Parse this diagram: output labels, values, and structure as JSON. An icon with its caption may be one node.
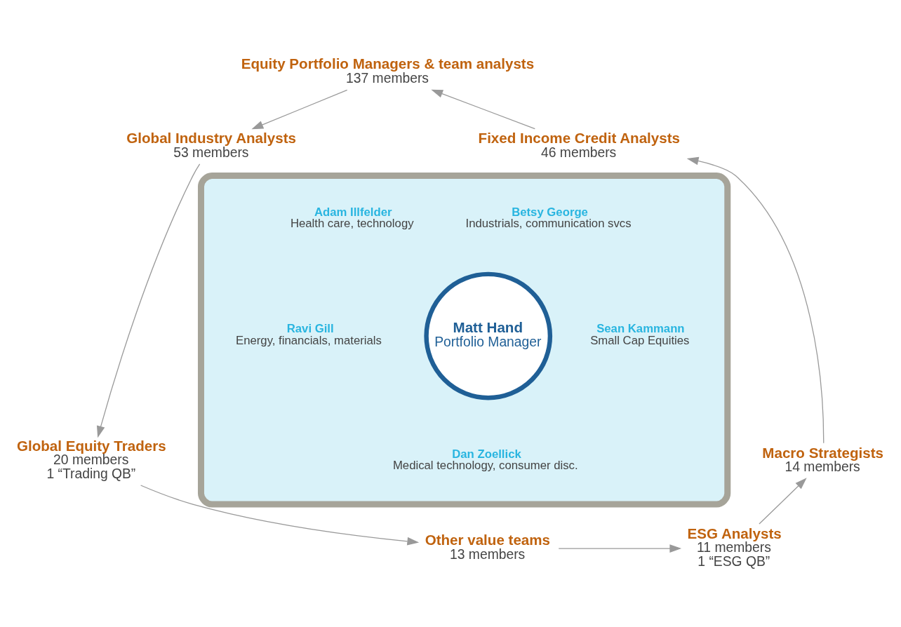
{
  "diagram": {
    "nodes": [
      {
        "text": [
          "Equity Portfolio Managers & team analysts",
          "137 members"
        ]
      },
      {
        "text": [
          "Fixed Income Credit Analysts",
          "46 members"
        ]
      },
      {
        "text": [
          "Global Industry Analysts",
          "53 members"
        ]
      },
      {
        "text": [],
        "shape": "ellipse"
      },
      {
        "text": [
          "Betsy George",
          "Industrials, communication svcs"
        ],
        "in": 3
      },
      {
        "text": [
          "Adam Illfelder",
          "Health care, technology"
        ],
        "in": 3
      },
      {
        "text": [
          "Matt Hand",
          "Portfolio Manager"
        ],
        "in": 3
      },
      {
        "text": [
          "Ravi Gill",
          "Energy, financials, materials"
        ],
        "in": 3
      },
      {
        "text": [
          "Sean Kammann",
          "Small Cap Equities"
        ],
        "in": 3
      },
      {
        "text": [
          "Macro Strategists",
          "14 members"
        ]
      },
      {
        "text": [
          "Global Equity Traders",
          "20 members",
          "1 “Trading QB”"
        ]
      },
      {
        "text": [
          "Dan Zoellick",
          "Medical technology, consumer disc."
        ],
        "in": 3
      },
      {
        "text": [
          "ESG Analysts",
          "11 members",
          "1 “ESG QB”"
        ]
      },
      {
        "text": [
          "Other value teams",
          "13 members"
        ]
      }
    ],
    "edges": [
      {
        "from": 0,
        "to": 2,
        "arrow": "to"
      },
      {
        "from": 2,
        "to": 10,
        "arrow": "to"
      },
      {
        "from": 10,
        "to": 13,
        "arrow": "to"
      },
      {
        "from": 13,
        "to": 12,
        "arrow": "to"
      },
      {
        "from": 12,
        "to": 9,
        "arrow": "to"
      },
      {
        "from": 9,
        "to": 1,
        "arrow": "to"
      },
      {
        "from": 1,
        "to": 0,
        "arrow": "to"
      }
    ]
  }
}
